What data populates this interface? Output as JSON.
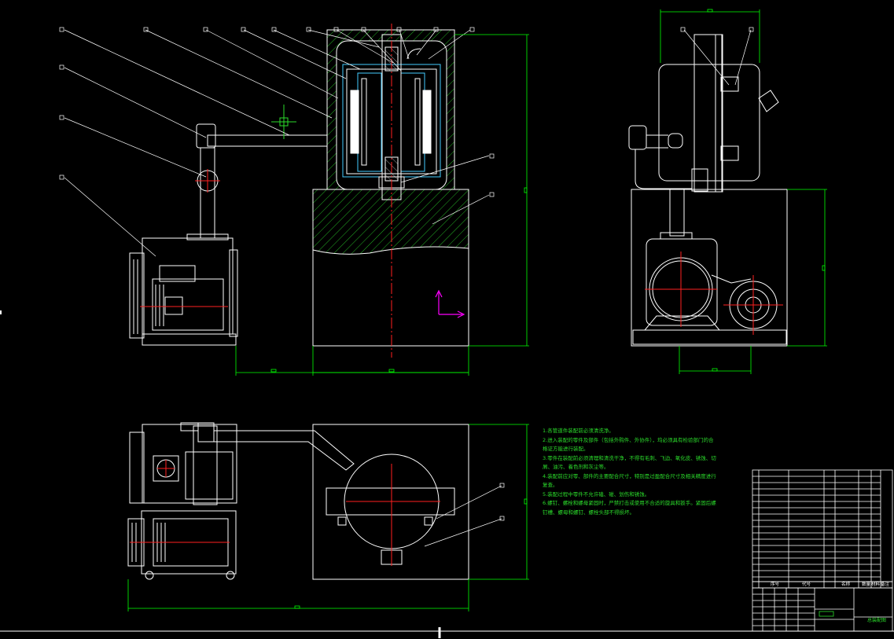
{
  "drawing": {
    "views": [
      "front-section-view",
      "side-view",
      "top-view"
    ],
    "colors": {
      "background": "#000000",
      "outline": "#ffffff",
      "dimension": "#00ff00",
      "centerline": "#ff2020",
      "ucs": "#ff00ff",
      "notes": "#2bdc2b",
      "cyan": "#44ccff"
    }
  },
  "technical_requirements": {
    "lines": [
      "1.各管道件装配前必须清洗净。",
      "2.进入装配的零件及部件（包括外购件、外协件），均必须具有检验部门的合",
      "格证方能进行装配。",
      "3.零件在装配前必须清理和清洗干净，不得有毛刺、飞边、氧化皮、锈蚀、切",
      "屑、油污、着色剂和灰尘等。",
      "4.装配前应对零、部件的主要配合尺寸，特别是过盈配合尺寸及相关精度进行",
      "复查。",
      "5.装配过程中零件不允许磕、碰、划伤和锈蚀。",
      "6.螺钉、螺栓和螺母紧固时，严禁打击或使用不合适的旋具和扳手。紧固后螺",
      "钉槽、螺母和螺钉、螺栓头部不得损坏。"
    ]
  },
  "title_block": {
    "columns": [
      "序号",
      "代号",
      "名称",
      "数量",
      "材料",
      "备注"
    ],
    "drawing_name": "总装配图"
  }
}
